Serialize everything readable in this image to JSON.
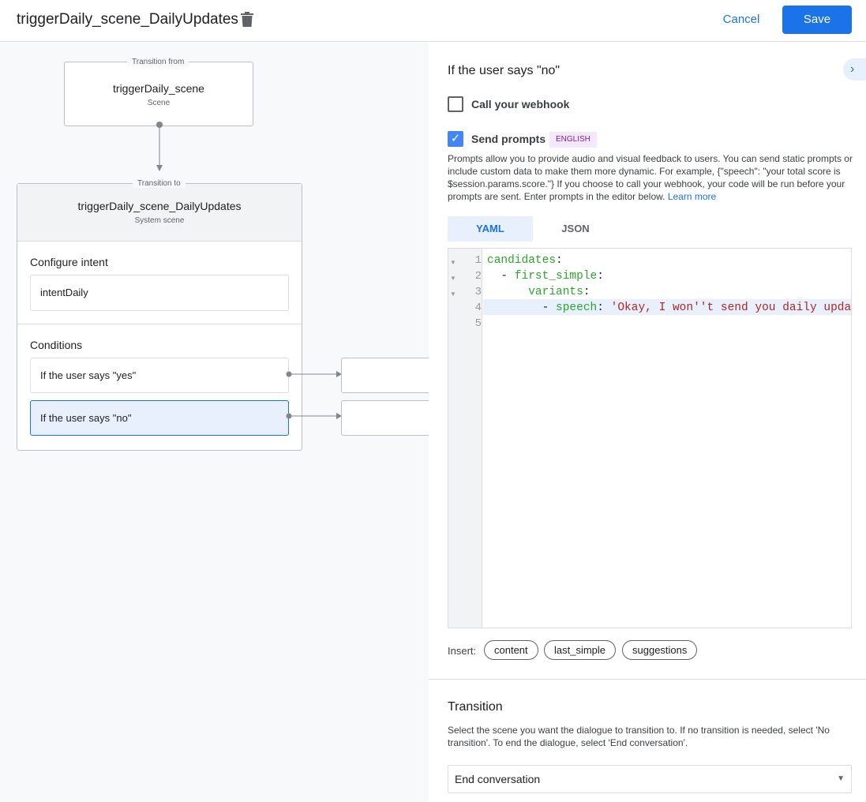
{
  "header": {
    "title": "triggerDaily_scene_DailyUpdates",
    "cancel": "Cancel",
    "save": "Save"
  },
  "canvas": {
    "from": {
      "label": "Transition from",
      "name": "triggerDaily_scene",
      "type": "Scene"
    },
    "to": {
      "label": "Transition to",
      "name": "triggerDaily_scene_DailyUpdates",
      "type": "System scene"
    },
    "intent_heading": "Configure intent",
    "intent": "intentDaily",
    "conditions_heading": "Conditions",
    "conditions": [
      {
        "label": "If the user says \"yes\""
      },
      {
        "label": "If the user says \"no\"",
        "selected": true
      }
    ]
  },
  "panel": {
    "heading": "If the user says \"no\"",
    "webhook": {
      "label": "Call your webhook",
      "checked": false
    },
    "prompts": {
      "label": "Send prompts",
      "checked": true,
      "badge": "ENGLISH",
      "description": "Prompts allow you to provide audio and visual feedback to users. You can send static prompts or include custom data to make them more dynamic. For example, {\"speech\": \"your total score is $session.params.score.\"} If you choose to call your webhook, your code will be run before your prompts are sent. Enter prompts in the editor below.",
      "learn_more": "Learn more"
    },
    "tabs": [
      {
        "label": "YAML",
        "active": true
      },
      {
        "label": "JSON",
        "active": false
      }
    ],
    "code": {
      "line_numbers": [
        "1",
        "2",
        "3",
        "4",
        "5"
      ],
      "l1_key": "candidates",
      "l2_key": "first_simple",
      "l3_key": "variants",
      "l4_key": "speech",
      "l4_value": "'Okay, I won''t send you daily update",
      "colon": ":",
      "dash": "-"
    },
    "insert": {
      "label": "Insert:",
      "chips": [
        "content",
        "last_simple",
        "suggestions"
      ]
    },
    "transition": {
      "heading": "Transition",
      "description": "Select the scene you want the dialogue to transition to. If no transition is needed, select 'No transition'. To end the dialogue, select 'End conversation'.",
      "value": "End conversation"
    }
  }
}
